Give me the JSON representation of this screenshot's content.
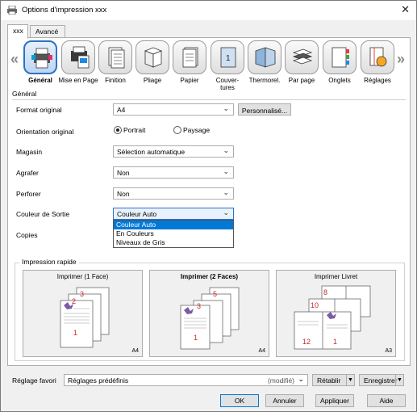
{
  "window": {
    "title": "Options d'impression xxx",
    "close_glyph": "✕"
  },
  "tabs": [
    {
      "label": "xxx",
      "active": true
    },
    {
      "label": "Avancé",
      "active": false
    }
  ],
  "toolbar": {
    "prev_glyph": "«",
    "next_glyph": "»",
    "items": [
      {
        "label": "Général",
        "icon": "general-icon",
        "active": true
      },
      {
        "label": "Mise en Page",
        "icon": "layout-icon"
      },
      {
        "label": "Finition",
        "icon": "finishing-icon"
      },
      {
        "label": "Pliage",
        "icon": "folding-icon"
      },
      {
        "label": "Papier",
        "icon": "paper-icon"
      },
      {
        "label": "Couver-\ntures",
        "icon": "cover-icon"
      },
      {
        "label": "Thermorel.",
        "icon": "binding-icon"
      },
      {
        "label": "Par page",
        "icon": "per-page-icon"
      },
      {
        "label": "Onglets",
        "icon": "tabs-icon"
      },
      {
        "label": "Réglages",
        "icon": "settings-icon"
      }
    ]
  },
  "general": {
    "section_title": "Général",
    "format_label": "Format original",
    "format_value": "A4",
    "custom_button": "Personnalisé...",
    "orientation_label": "Orientation original",
    "portrait_label": "Portrait",
    "landscape_label": "Paysage",
    "tray_label": "Magasin",
    "tray_value": "Sélection automatique",
    "staple_label": "Agrafer",
    "staple_value": "Non",
    "punch_label": "Perforer",
    "punch_value": "Non",
    "color_label": "Couleur de Sortie",
    "color_value": "Couleur Auto",
    "color_options": [
      "Couleur Auto",
      "En Couleurs",
      "Niveaux de Gris"
    ],
    "copies_label": "Copies"
  },
  "quick_print": {
    "title": "Impression rapide",
    "presets": [
      {
        "title": "Imprimer (1 Face)",
        "size": "A4",
        "bold": false,
        "pages": [
          "3",
          "2",
          "1"
        ]
      },
      {
        "title": "Imprimer (2 Faces)",
        "size": "A4",
        "bold": true,
        "pages": [
          "5",
          "3",
          "1"
        ]
      },
      {
        "title": "Imprimer Livret",
        "size": "A3",
        "bold": false,
        "pages": [
          "8",
          "10",
          "12",
          "1"
        ]
      }
    ]
  },
  "bottom": {
    "favorite_label": "Réglage favori",
    "favorite_value": "Réglages prédéfinis",
    "favorite_suffix": "(modifié)",
    "restore_button": "Rétablir",
    "save_button": "Enregistrer",
    "ok_button": "OK",
    "cancel_button": "Annuler",
    "apply_button": "Appliquer",
    "help_button": "Aide"
  },
  "colors": {
    "accent": "#0078d7",
    "active_icon_border": "#2e72c4",
    "page_number_red": "#c62828"
  }
}
